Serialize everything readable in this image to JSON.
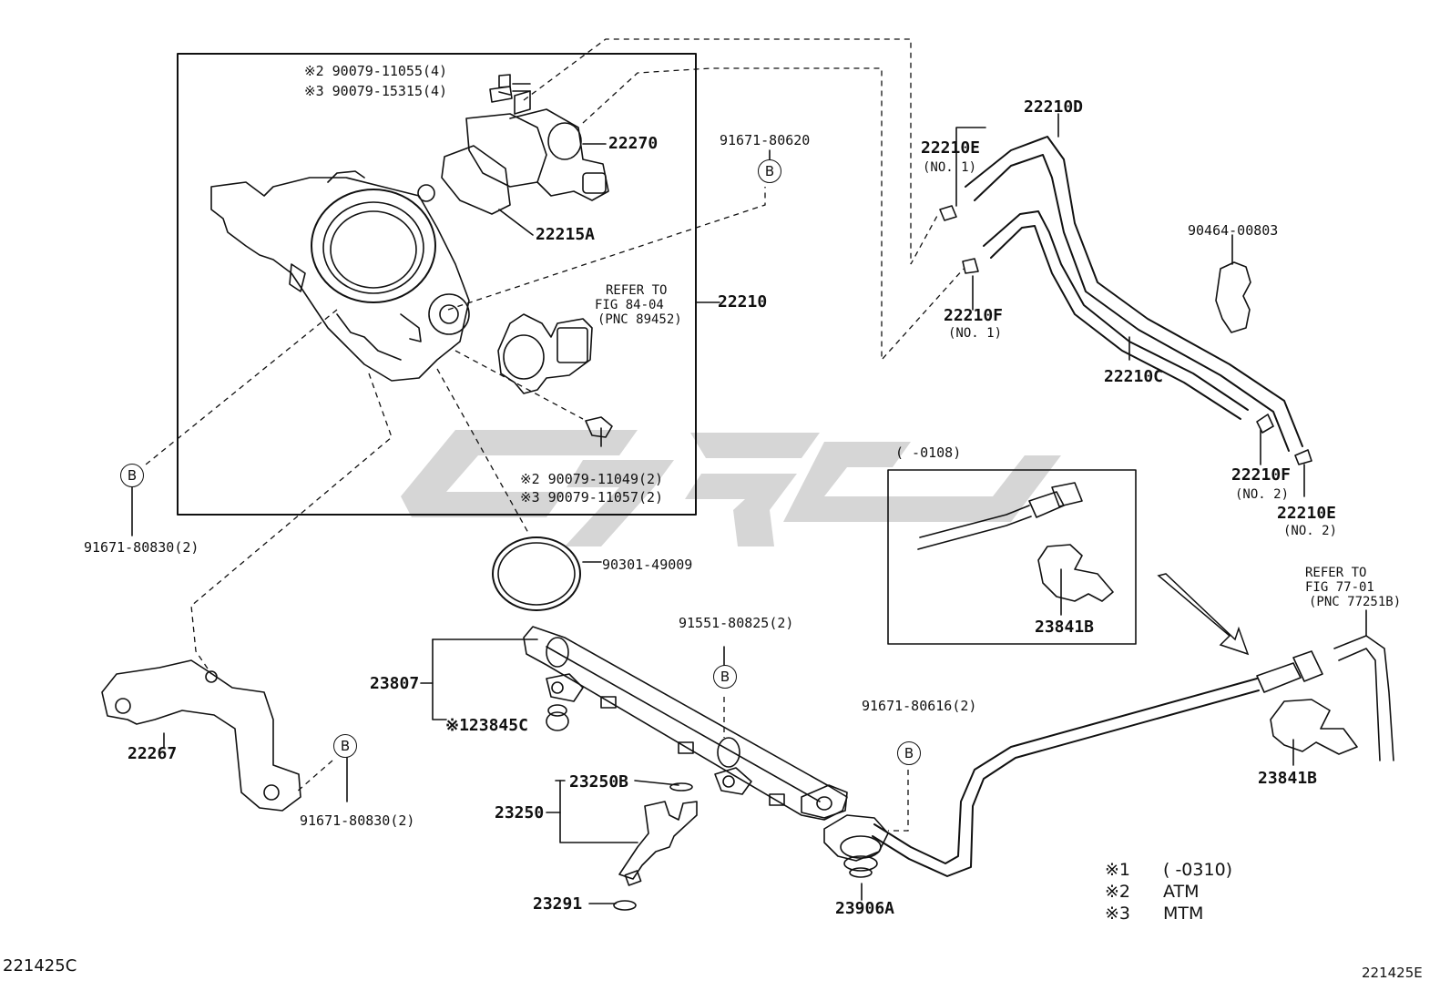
{
  "image_codes": {
    "left": "221425C",
    "right": "221425E"
  },
  "watermark": "",
  "b_marker": "B",
  "parts": {
    "p22270": "22270",
    "p22215A": "22215A",
    "p22210": "22210",
    "p90079_11055": "※2  90079-11055(4)",
    "p90079_15315": "※3  90079-15315(4)",
    "p91671_80620": "91671-80620",
    "p91671_80830_a": "91671-80830(2)",
    "p90079_11049": "※2  90079-11049(2)",
    "p90079_11057": "※3  90079-11057(2)",
    "p90301_49009": "90301-49009",
    "p91551_80825": "91551-80825(2)",
    "p23807": "23807",
    "p23845C": "※123845C",
    "p22267": "22267",
    "p91671_80830_b": "91671-80830(2)",
    "p23250B": "23250B",
    "p23250": "23250",
    "p23291": "23291",
    "p23906A": "23906A",
    "p91671_80616": "91671-80616(2)",
    "p22210D": "22210D",
    "p22210E_1": "22210E",
    "p22210E_1_sub": "(NO. 1)",
    "p22210F_1": "22210F",
    "p22210F_1_sub": "(NO. 1)",
    "p22210C": "22210C",
    "p90464_00803": "90464-00803",
    "p22210F_2": "22210F",
    "p22210F_2_sub": "(NO. 2)",
    "p22210E_2": "22210E",
    "p22210E_2_sub": "(NO. 2)",
    "p23841B_a": "23841B",
    "p23841B_b": "23841B",
    "inset_range": "(     -0108)"
  },
  "refs": {
    "tps_line1": "REFER TO",
    "tps_line2": "FIG 84-04",
    "tps_line3": "(PNC 89452)",
    "hose_line1": "REFER TO",
    "hose_line2": "FIG 77-01",
    "hose_line3": "(PNC 77251B)"
  },
  "legend": [
    {
      "mark": "※1",
      "text": "(      -0310)"
    },
    {
      "mark": "※2",
      "text": "ATM"
    },
    {
      "mark": "※3",
      "text": "MTM"
    }
  ],
  "colors": {
    "ink": "#111111",
    "watermark": "#d4d4d4",
    "background": "#ffffff"
  }
}
